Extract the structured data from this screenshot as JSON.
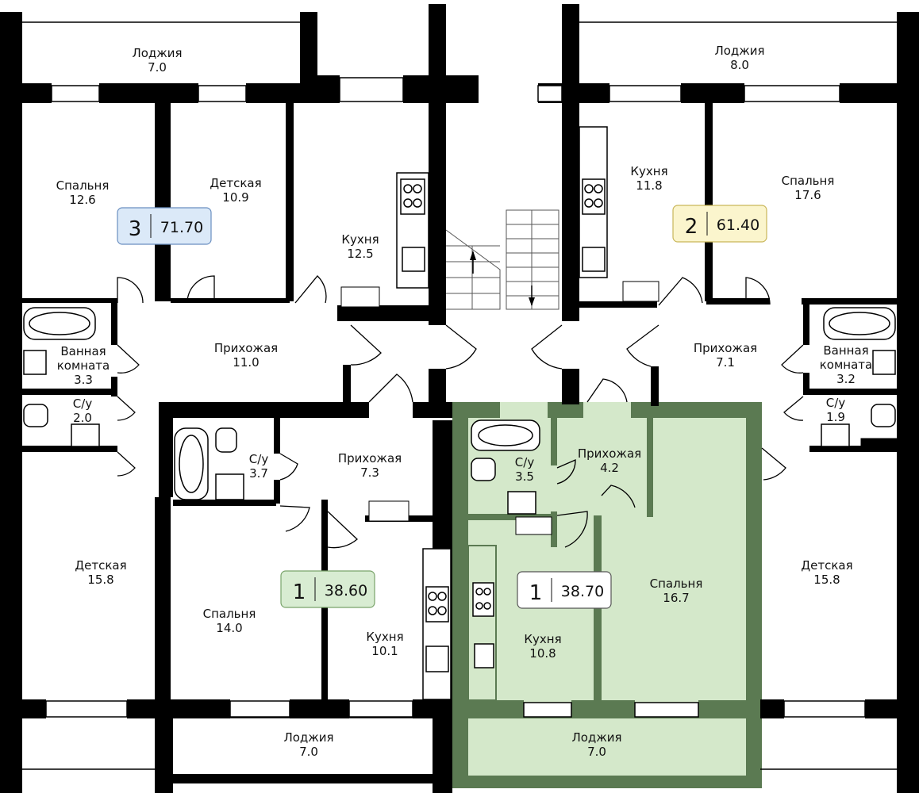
{
  "apartments": [
    {
      "number": "3",
      "area": "71.70",
      "color": "#dbe9f8"
    },
    {
      "number": "2",
      "area": "61.40",
      "color": "#fbf5cd"
    },
    {
      "number": "1",
      "area": "38.60",
      "color": "#d8ecd2"
    },
    {
      "number": "1",
      "area": "38.70",
      "color": "#ffffff"
    }
  ],
  "rooms": {
    "r3_loggia": {
      "name": "Лоджия",
      "area": "7.0"
    },
    "r3_bedroom": {
      "name": "Спальня",
      "area": "12.6"
    },
    "r3_kids": {
      "name": "Детская",
      "area": "10.9"
    },
    "r3_kitchen": {
      "name": "Кухня",
      "area": "12.5"
    },
    "r3_bath": {
      "name1": "Ванная",
      "name2": "комната",
      "area": "3.3"
    },
    "r3_hall": {
      "name": "Прихожая",
      "area": "11.0"
    },
    "r3_wc": {
      "name": "С/у",
      "area": "2.0"
    },
    "r3_kids2": {
      "name": "Детская",
      "area": "15.8"
    },
    "r2_loggia": {
      "name": "Лоджия",
      "area": "8.0"
    },
    "r2_kitchen": {
      "name": "Кухня",
      "area": "11.8"
    },
    "r2_bedroom": {
      "name": "Спальня",
      "area": "17.6"
    },
    "r2_hall": {
      "name": "Прихожая",
      "area": "7.1"
    },
    "r2_bath": {
      "name1": "Ванная",
      "name2": "комната",
      "area": "3.2"
    },
    "r2_wc": {
      "name": "С/у",
      "area": "1.9"
    },
    "r2_kids": {
      "name": "Детская",
      "area": "15.8"
    },
    "r1a_wc": {
      "name": "С/у",
      "area": "3.7"
    },
    "r1a_hall": {
      "name": "Прихожая",
      "area": "7.3"
    },
    "r1a_bedroom": {
      "name": "Спальня",
      "area": "14.0"
    },
    "r1a_kitchen": {
      "name": "Кухня",
      "area": "10.1"
    },
    "r1a_loggia": {
      "name": "Лоджия",
      "area": "7.0"
    },
    "r1b_wc": {
      "name": "С/у",
      "area": "3.5"
    },
    "r1b_hall": {
      "name": "Прихожая",
      "area": "4.2"
    },
    "r1b_kitchen": {
      "name": "Кухня",
      "area": "10.8"
    },
    "r1b_bedroom": {
      "name": "Спальня",
      "area": "16.7"
    },
    "r1b_loggia": {
      "name": "Лоджия",
      "area": "7.0"
    }
  },
  "colors": {
    "highlight_fill": "#d4e8ca",
    "highlight_wall": "#5b7a52",
    "wall": "#000000"
  }
}
